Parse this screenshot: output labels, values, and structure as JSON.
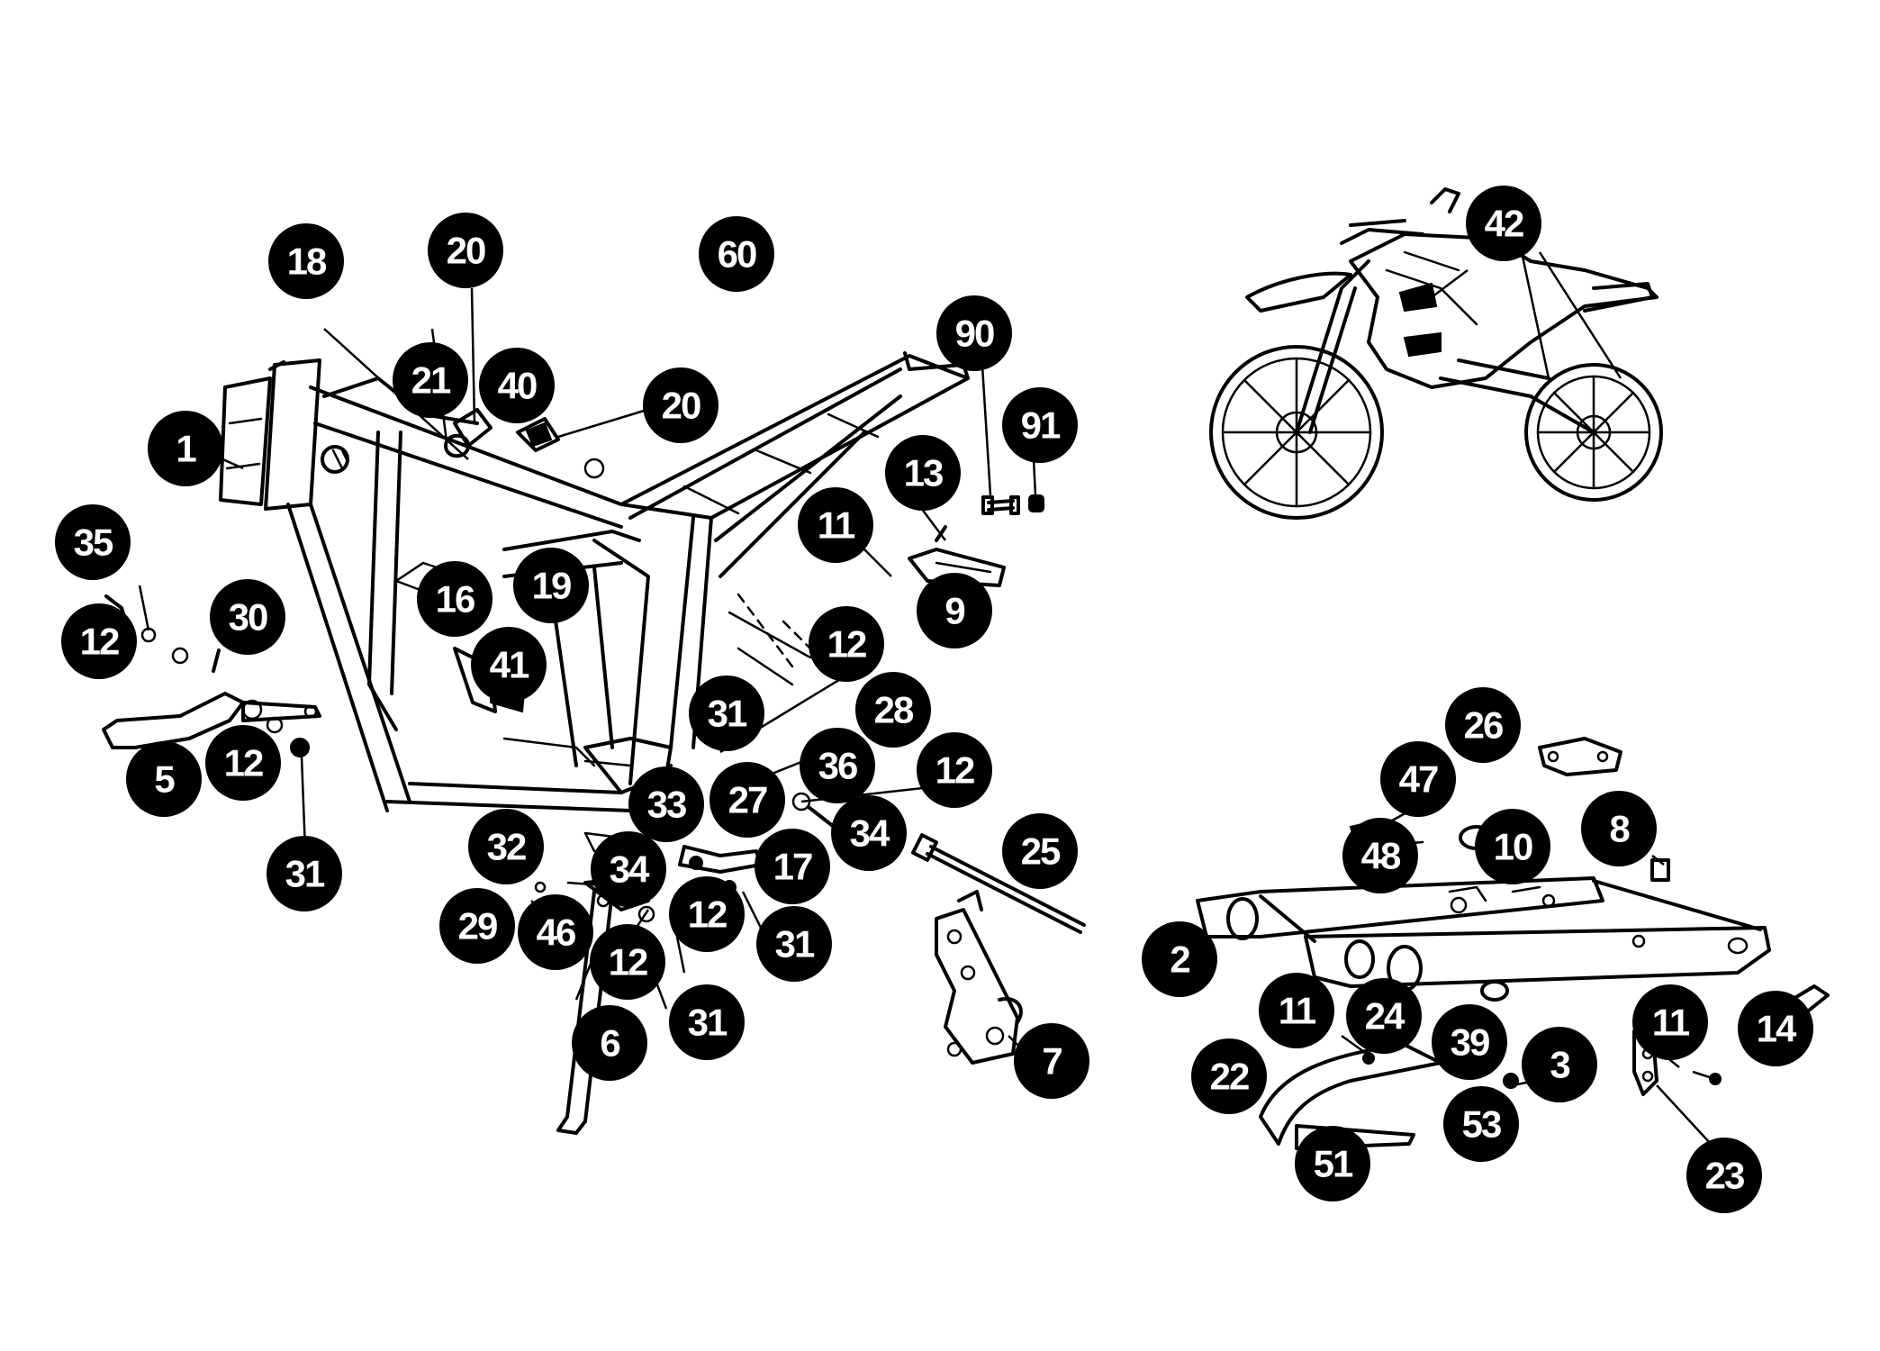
{
  "callouts": [
    {
      "id": "c-18",
      "label": "18"
    },
    {
      "id": "c-20a",
      "label": "20"
    },
    {
      "id": "c-60",
      "label": "60"
    },
    {
      "id": "c-21",
      "label": "21"
    },
    {
      "id": "c-40",
      "label": "40"
    },
    {
      "id": "c-20b",
      "label": "20"
    },
    {
      "id": "c-1",
      "label": "1"
    },
    {
      "id": "c-90",
      "label": "90"
    },
    {
      "id": "c-91",
      "label": "91"
    },
    {
      "id": "c-13",
      "label": "13"
    },
    {
      "id": "c-11a",
      "label": "11"
    },
    {
      "id": "c-9",
      "label": "9"
    },
    {
      "id": "c-35",
      "label": "35"
    },
    {
      "id": "c-30",
      "label": "30"
    },
    {
      "id": "c-12a",
      "label": "12"
    },
    {
      "id": "c-16",
      "label": "16"
    },
    {
      "id": "c-19",
      "label": "19"
    },
    {
      "id": "c-41",
      "label": "41"
    },
    {
      "id": "c-12b",
      "label": "12"
    },
    {
      "id": "c-31a",
      "label": "31"
    },
    {
      "id": "c-28",
      "label": "28"
    },
    {
      "id": "c-5",
      "label": "5"
    },
    {
      "id": "c-12c",
      "label": "12"
    },
    {
      "id": "c-36",
      "label": "36"
    },
    {
      "id": "c-12d",
      "label": "12"
    },
    {
      "id": "c-33",
      "label": "33"
    },
    {
      "id": "c-27",
      "label": "27"
    },
    {
      "id": "c-34a",
      "label": "34"
    },
    {
      "id": "c-31b",
      "label": "31"
    },
    {
      "id": "c-32",
      "label": "32"
    },
    {
      "id": "c-34b",
      "label": "34"
    },
    {
      "id": "c-17",
      "label": "17"
    },
    {
      "id": "c-25",
      "label": "25"
    },
    {
      "id": "c-29",
      "label": "29"
    },
    {
      "id": "c-46",
      "label": "46"
    },
    {
      "id": "c-12e",
      "label": "12"
    },
    {
      "id": "c-31c",
      "label": "31"
    },
    {
      "id": "c-12f",
      "label": "12"
    },
    {
      "id": "c-31d",
      "label": "31"
    },
    {
      "id": "c-6",
      "label": "6"
    },
    {
      "id": "c-7",
      "label": "7"
    },
    {
      "id": "c-42",
      "label": "42"
    },
    {
      "id": "c-26",
      "label": "26"
    },
    {
      "id": "c-47",
      "label": "47"
    },
    {
      "id": "c-8",
      "label": "8"
    },
    {
      "id": "c-48",
      "label": "48"
    },
    {
      "id": "c-10",
      "label": "10"
    },
    {
      "id": "c-2",
      "label": "2"
    },
    {
      "id": "c-11b",
      "label": "11"
    },
    {
      "id": "c-24",
      "label": "24"
    },
    {
      "id": "c-39",
      "label": "39"
    },
    {
      "id": "c-11c",
      "label": "11"
    },
    {
      "id": "c-14",
      "label": "14"
    },
    {
      "id": "c-22",
      "label": "22"
    },
    {
      "id": "c-3",
      "label": "3"
    },
    {
      "id": "c-53",
      "label": "53"
    },
    {
      "id": "c-51",
      "label": "51"
    },
    {
      "id": "c-23",
      "label": "23"
    }
  ]
}
